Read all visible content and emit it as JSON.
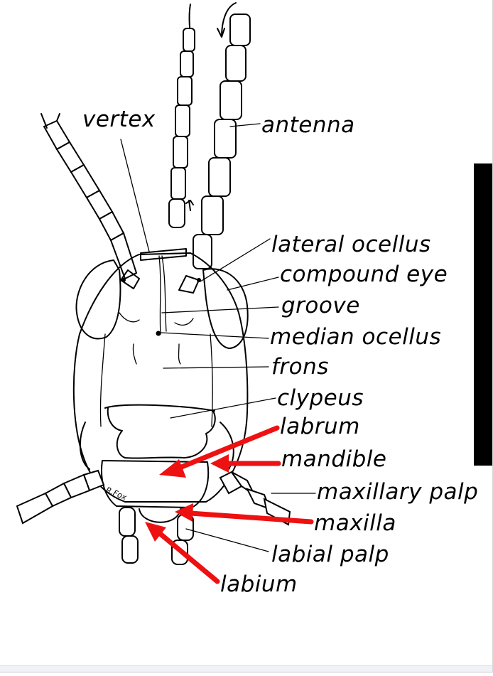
{
  "labels": {
    "vertex": "vertex",
    "antenna": "antenna",
    "lateral_ocellus": "lateral ocellus",
    "compound_eye": "compound eye",
    "groove": "groove",
    "median_ocellus": "median ocellus",
    "frons": "frons",
    "clypeus": "clypeus",
    "labrum": "labrum",
    "mandible": "mandible",
    "maxillary_palp": "maxillary palp",
    "maxilla": "maxilla",
    "labial_palp": "labial palp",
    "labium": "labium"
  },
  "signature": "R.Fox",
  "colors": {
    "arrow": "#ee1111",
    "ink": "#000000",
    "scale_bar": "#000000"
  }
}
